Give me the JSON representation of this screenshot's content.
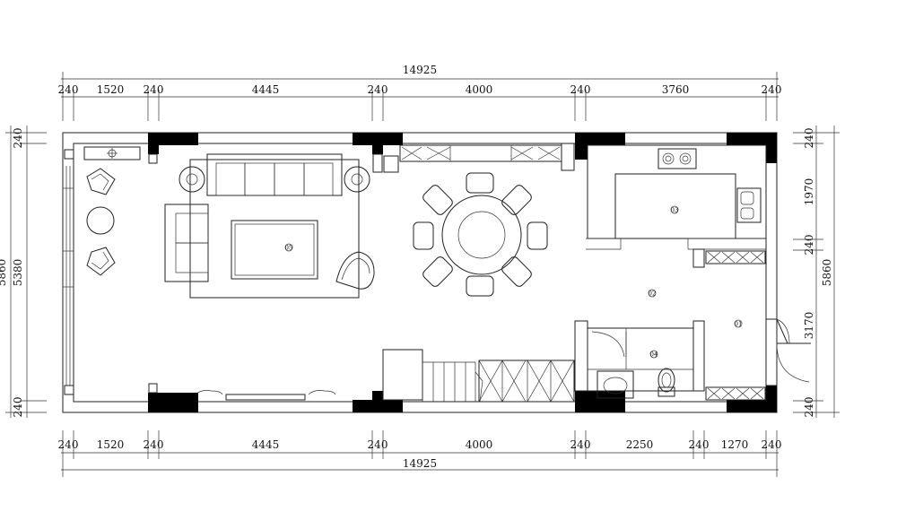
{
  "dimensions": {
    "top_total": "14925",
    "bottom_total": "14925",
    "top_segments": [
      "240",
      "1520",
      "240",
      "4445",
      "240",
      "4000",
      "240",
      "3760",
      "240"
    ],
    "bottom_segments": [
      "240",
      "1520",
      "240",
      "4445",
      "240",
      "4000",
      "240",
      "2250",
      "240",
      "1270",
      "240"
    ],
    "left_segments": [
      "240",
      "5380",
      "240"
    ],
    "left_total": "5860",
    "right_segments": [
      "240",
      "1970",
      "240",
      "3170",
      "240"
    ],
    "right_total": "5860"
  },
  "rooms": {
    "entrance": "01",
    "corridor": "02",
    "kitchen": "03",
    "bathroom": "04",
    "living": "05"
  }
}
